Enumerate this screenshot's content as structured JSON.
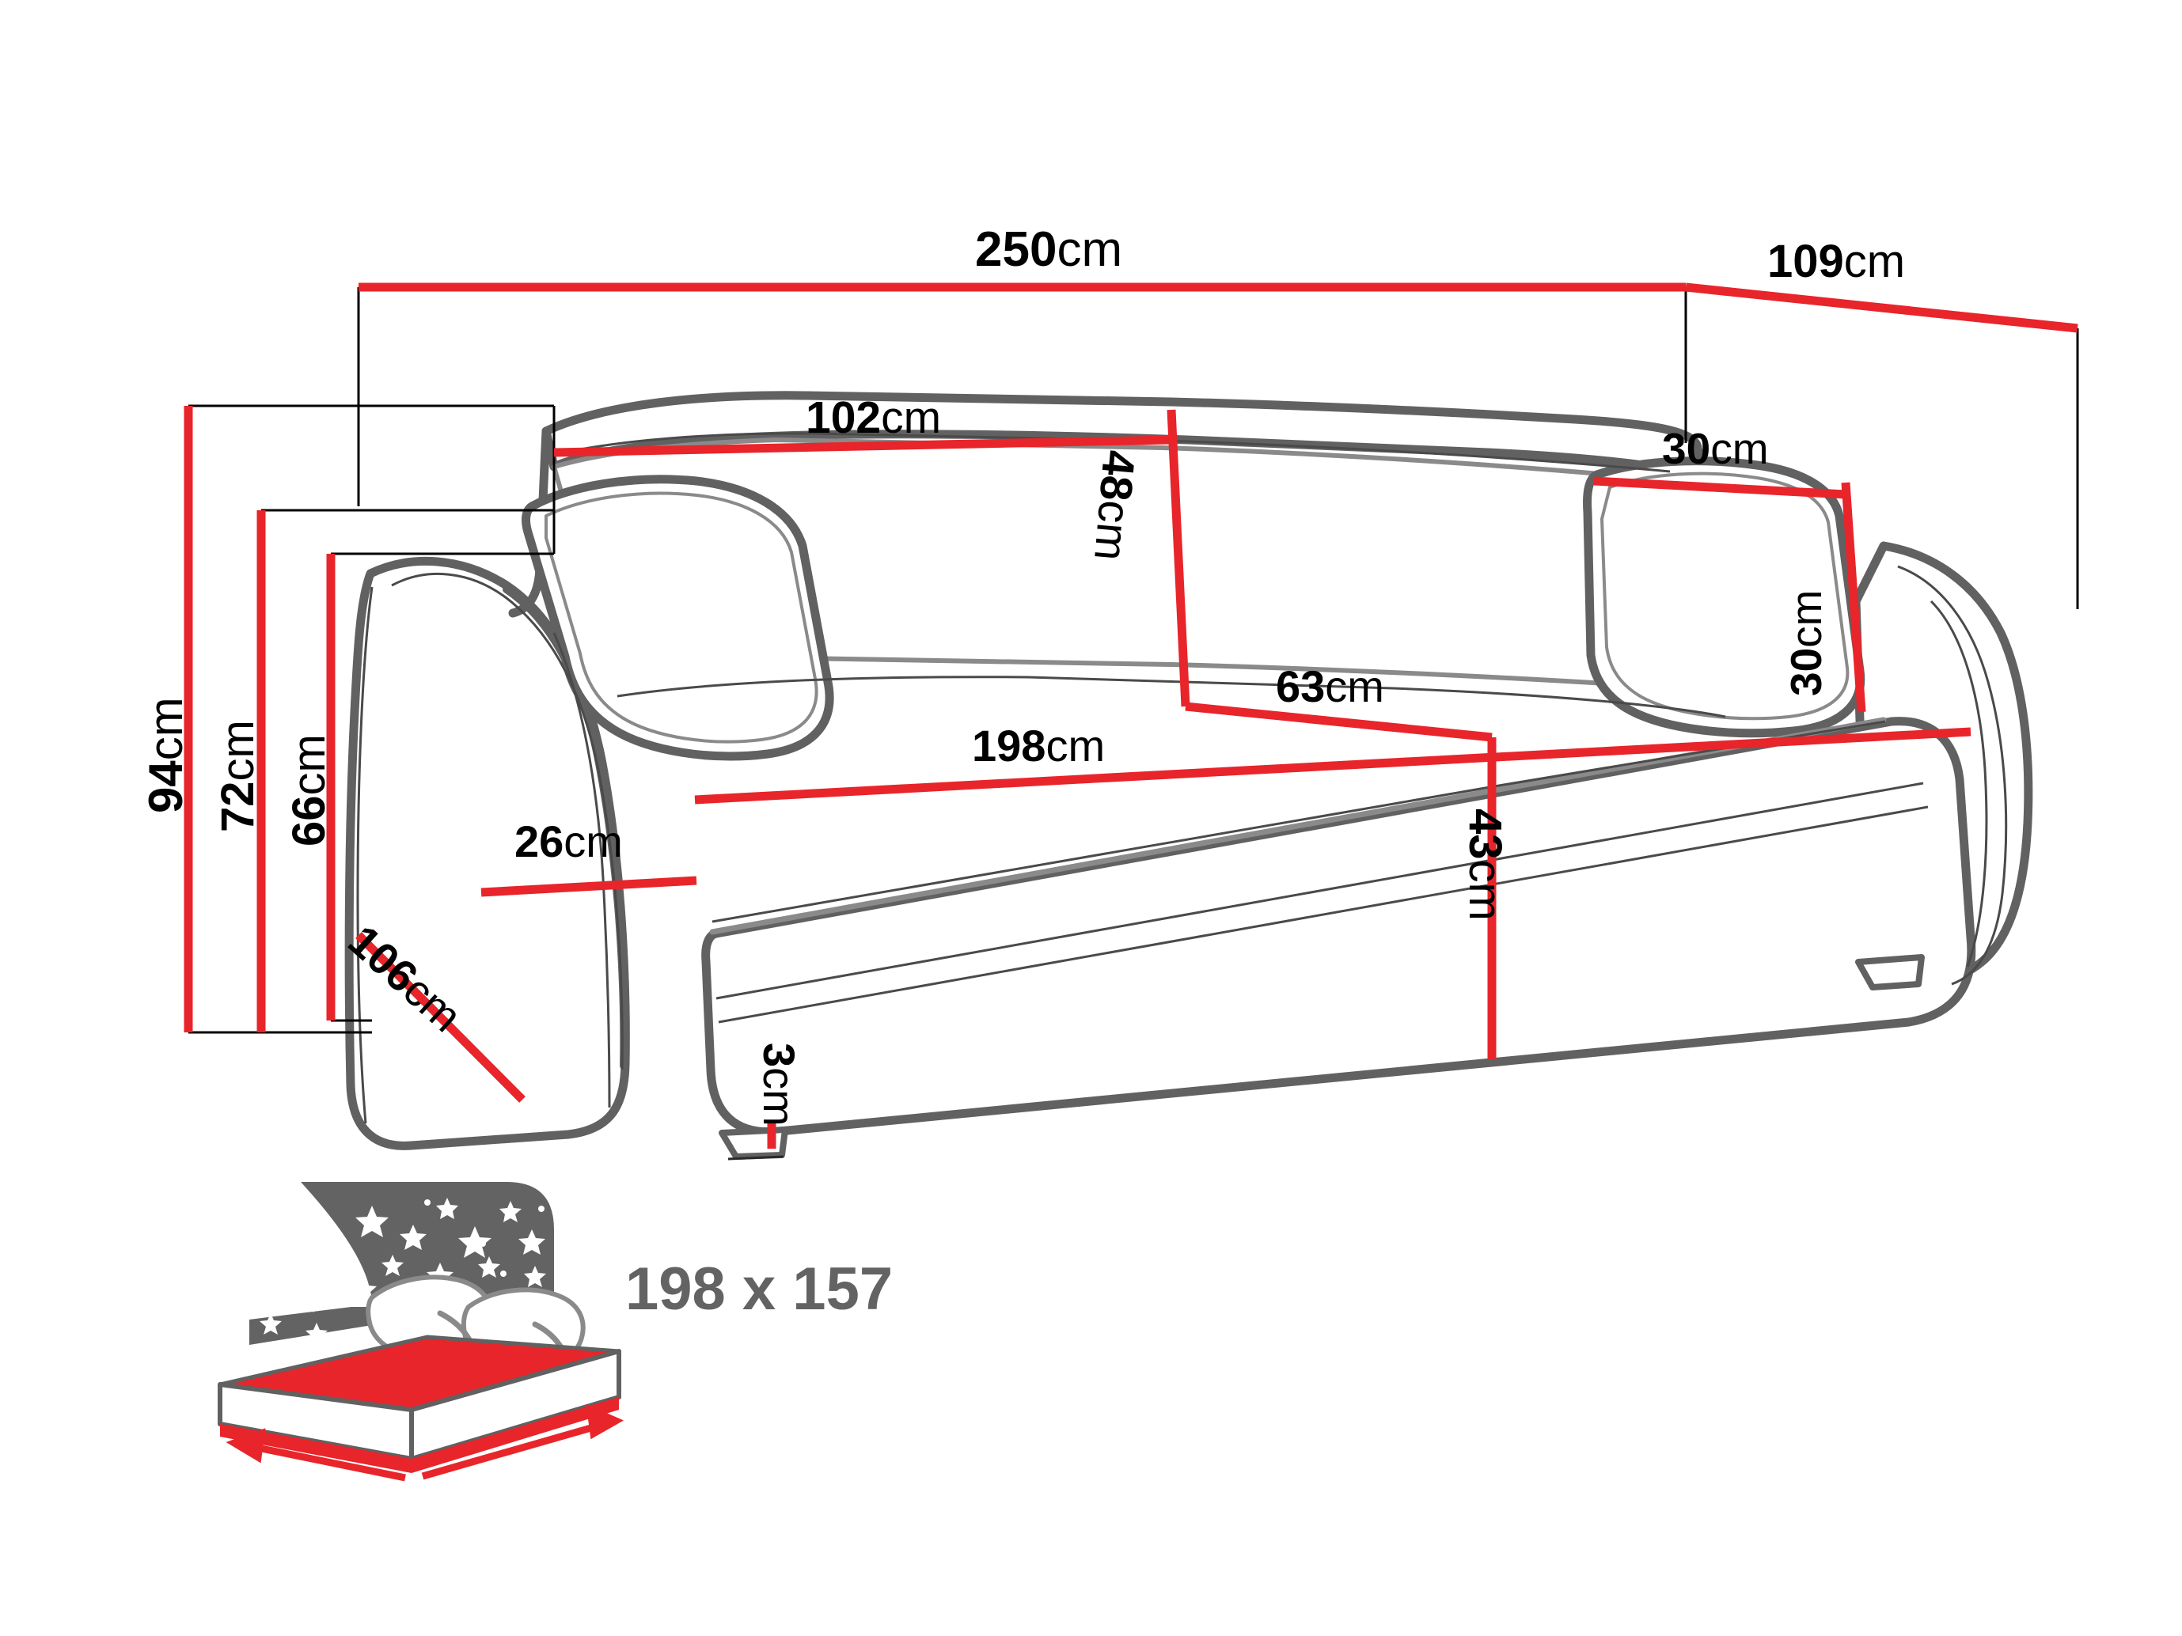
{
  "figure": {
    "kind": "technical-dimension-drawing",
    "subject": "sofa-bed",
    "colors": {
      "dimension_red": "#E8252A",
      "outline_gray": "#616161",
      "detail_gray": "#8a8a8a",
      "thin_line": "#3a3a3a",
      "bed_icon_gray": "#636363",
      "bed_mattress_red": "#E8252A",
      "background": "#FFFFFF",
      "text_black": "#000000"
    }
  },
  "dimensions": {
    "overall_width": {
      "value": "250",
      "unit": "cm",
      "name": "overall-width"
    },
    "overall_depth": {
      "value": "109",
      "unit": "cm",
      "name": "overall-depth"
    },
    "backrest_cushion_width": {
      "value": "102",
      "unit": "cm",
      "name": "backrest-cushion-width"
    },
    "backrest_cushion_height": {
      "value": "48",
      "unit": "cm",
      "name": "backrest-cushion-height"
    },
    "small_pillow_width": {
      "value": "30",
      "unit": "cm",
      "name": "small-pillow-width"
    },
    "small_pillow_height": {
      "value": "30",
      "unit": "cm",
      "name": "small-pillow-height"
    },
    "seat_depth": {
      "value": "63",
      "unit": "cm",
      "name": "seat-depth"
    },
    "seat_width": {
      "value": "198",
      "unit": "cm",
      "name": "seat-width"
    },
    "total_height": {
      "value": "94",
      "unit": "cm",
      "name": "total-height"
    },
    "back_height": {
      "value": "72",
      "unit": "cm",
      "name": "back-height"
    },
    "arm_height": {
      "value": "66",
      "unit": "cm",
      "name": "arm-height"
    },
    "arm_width": {
      "value": "26",
      "unit": "cm",
      "name": "arm-width"
    },
    "side_depth": {
      "value": "106",
      "unit": "cm",
      "name": "side-depth"
    },
    "seat_height": {
      "value": "43",
      "unit": "cm",
      "name": "seat-height"
    },
    "leg_height": {
      "value": "3",
      "unit": "cm",
      "name": "leg-height"
    }
  },
  "sleeping_area": {
    "label": "198 x 157",
    "icon_name": "bed-night-icon"
  }
}
